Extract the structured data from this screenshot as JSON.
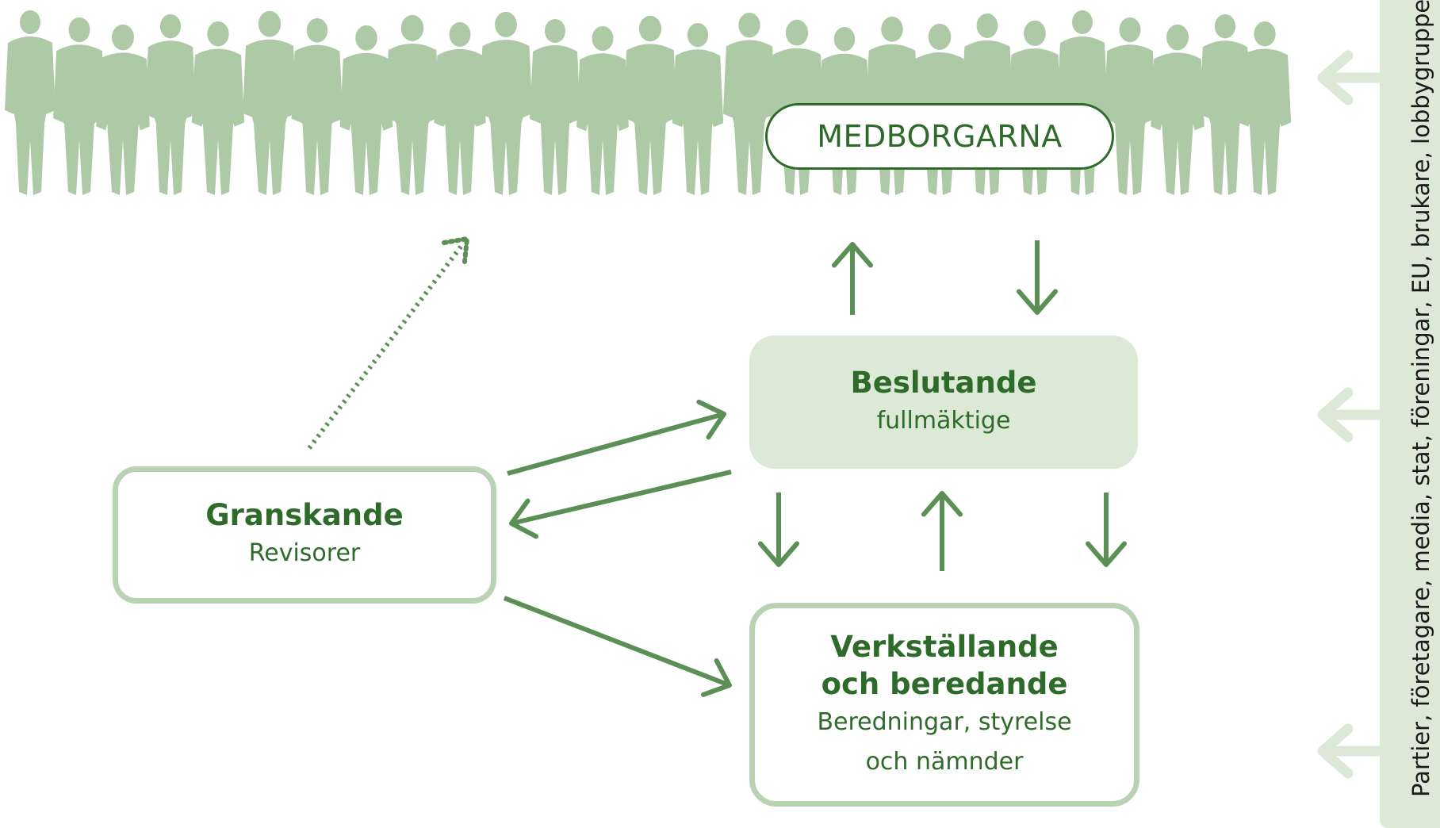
{
  "title": "MEDBORGARNA",
  "nodes": {
    "granskande": {
      "title": "Granskande",
      "subtitle": "Revisorer"
    },
    "beslutande": {
      "title": "Beslutande",
      "subtitle": "fullmäktige"
    },
    "verkstallande": {
      "title_line1": "Verkställande",
      "title_line2": "och beredande",
      "subtitle_line1": "Beredningar, styrelse",
      "subtitle_line2": "och nämnder"
    }
  },
  "side_label": "Partier, företagare, media, stat, föreningar, EU, brukare, lobbygrupper",
  "colors": {
    "accent": "#2e6b2a",
    "arrow": "#5c8f55",
    "silhouette": "#adc9a6",
    "light_fill": "#dbe9d6",
    "light_border": "#b9d2b3"
  }
}
